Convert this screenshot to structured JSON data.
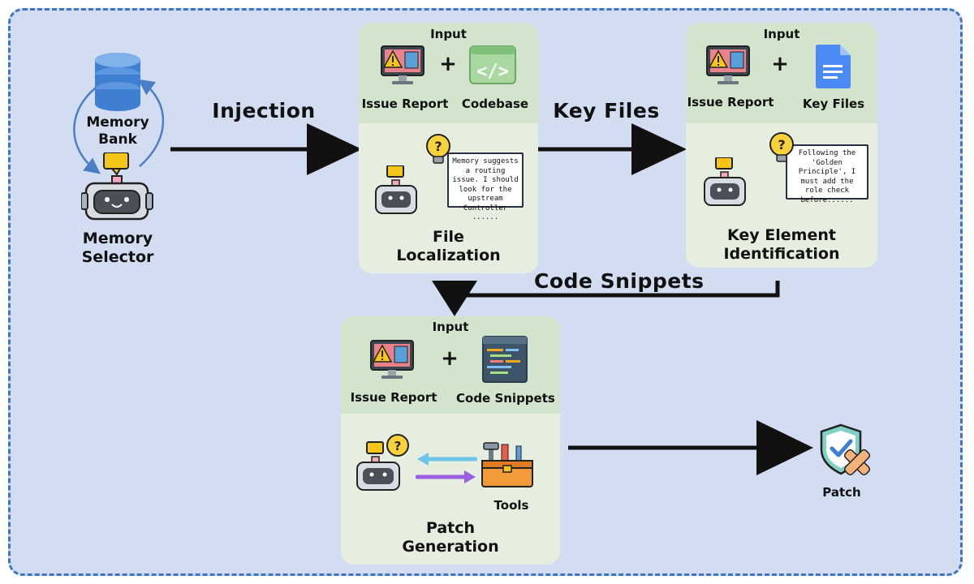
{
  "memory": {
    "bank_label": "Memory\nBank",
    "selector_label": "Memory\nSelector"
  },
  "edges": {
    "injection": "Injection",
    "key_files": "Key Files",
    "code_snippets": "Code Snippets"
  },
  "file_localization": {
    "input_title": "Input",
    "input_a": "Issue Report",
    "plus": "+",
    "input_b": "Codebase",
    "thought": "Memory suggests a routing issue. I should look for the upstream Controller ......",
    "title": "File\nLocalization"
  },
  "key_element": {
    "input_title": "Input",
    "input_a": "Issue Report",
    "plus": "+",
    "input_b": "Key Files",
    "thought": "Following the 'Golden Principle', I must add the role check before......",
    "title": "Key Element\nIdentification"
  },
  "patch_generation": {
    "input_title": "Input",
    "input_a": "Issue Report",
    "plus": "+",
    "input_b": "Code Snippets",
    "tools_label": "Tools",
    "title": "Patch\nGeneration"
  },
  "output": {
    "patch_label": "Patch"
  },
  "colors": {
    "frame_bg": "#d3ddf2",
    "frame_border": "#3e74c2",
    "panel_top": "#d2e4cc",
    "panel_bottom": "#e6eedf",
    "arrow": "#111111"
  }
}
